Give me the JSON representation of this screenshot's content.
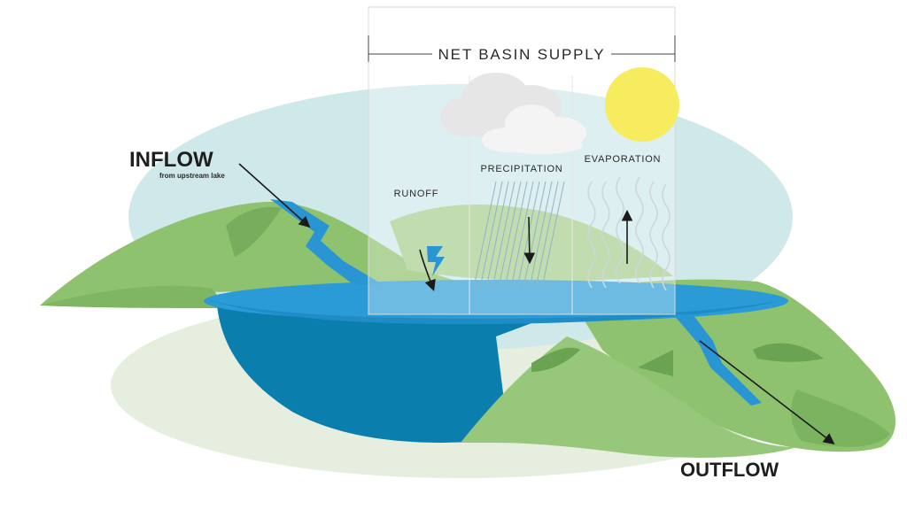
{
  "labels": {
    "title": "NET BASIN SUPPLY",
    "inflow": "INFLOW",
    "inflow_sub": "from upstream lake",
    "runoff": "RUNOFF",
    "precipitation": "PRECIPITATION",
    "evaporation": "EVAPORATION",
    "outflow": "OUTFLOW"
  },
  "colors": {
    "sky": "#cfe8ea",
    "land_light": "#97c77a",
    "land_mid": "#7db563",
    "land_dark": "#6aa452",
    "water_surface": "#2b9bd8",
    "water_deep": "#0a7fae",
    "river": "#2a95d3",
    "sun": "#f7eb5e",
    "cloud": "#f2f2f2",
    "arrow": "#1a1a1a"
  }
}
